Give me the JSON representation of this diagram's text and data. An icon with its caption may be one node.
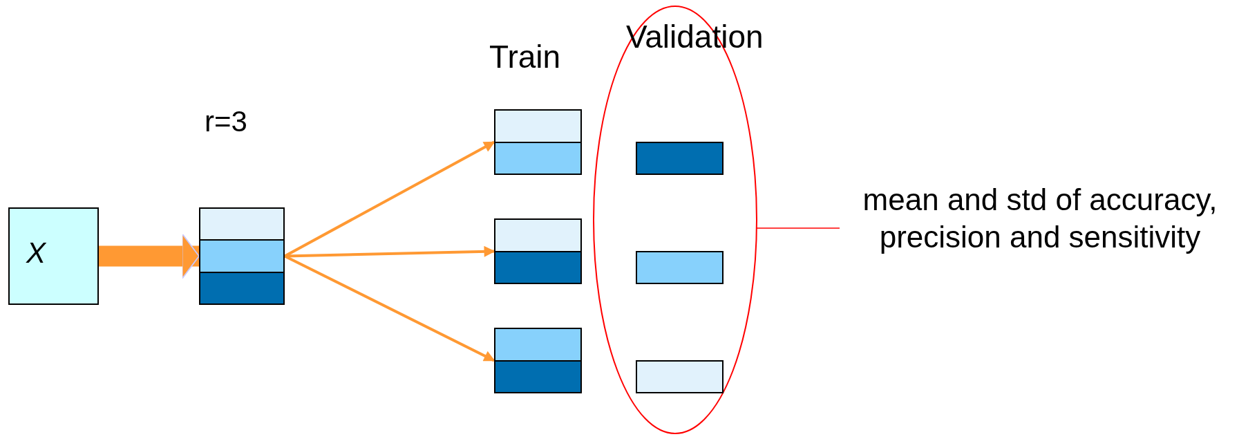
{
  "diagram": {
    "nodes": [
      {
        "text": [
          "X"
        ]
      },
      {
        "text": [],
        "shape": "box",
        "beside": [
          "r=3"
        ]
      },
      {
        "text": [],
        "shape": "box"
      },
      {
        "text": [],
        "shape": "box"
      },
      {
        "text": [],
        "shape": "box"
      },
      {
        "text": [
          "Validation"
        ]
      },
      {
        "text": [],
        "shape": "box",
        "in": 5
      },
      {
        "text": [],
        "shape": "box",
        "in": 5
      },
      {
        "text": [],
        "shape": "box",
        "in": 5
      },
      {
        "text": [
          "mean and std of accuracy, precision and sensitivity"
        ]
      }
    ],
    "edges": [
      {
        "from": 0,
        "to": 1,
        "arrow": "to",
        "style": "thick"
      },
      {
        "from": 1,
        "to": 2,
        "arrow": "to"
      },
      {
        "from": 1,
        "to": 3,
        "arrow": "to"
      },
      {
        "from": 1,
        "to": 4,
        "arrow": "to"
      },
      {
        "from": 5,
        "to": 9,
        "arrow": "none",
        "color": "#ff0000"
      }
    ],
    "labels": [
      "Train"
    ]
  }
}
